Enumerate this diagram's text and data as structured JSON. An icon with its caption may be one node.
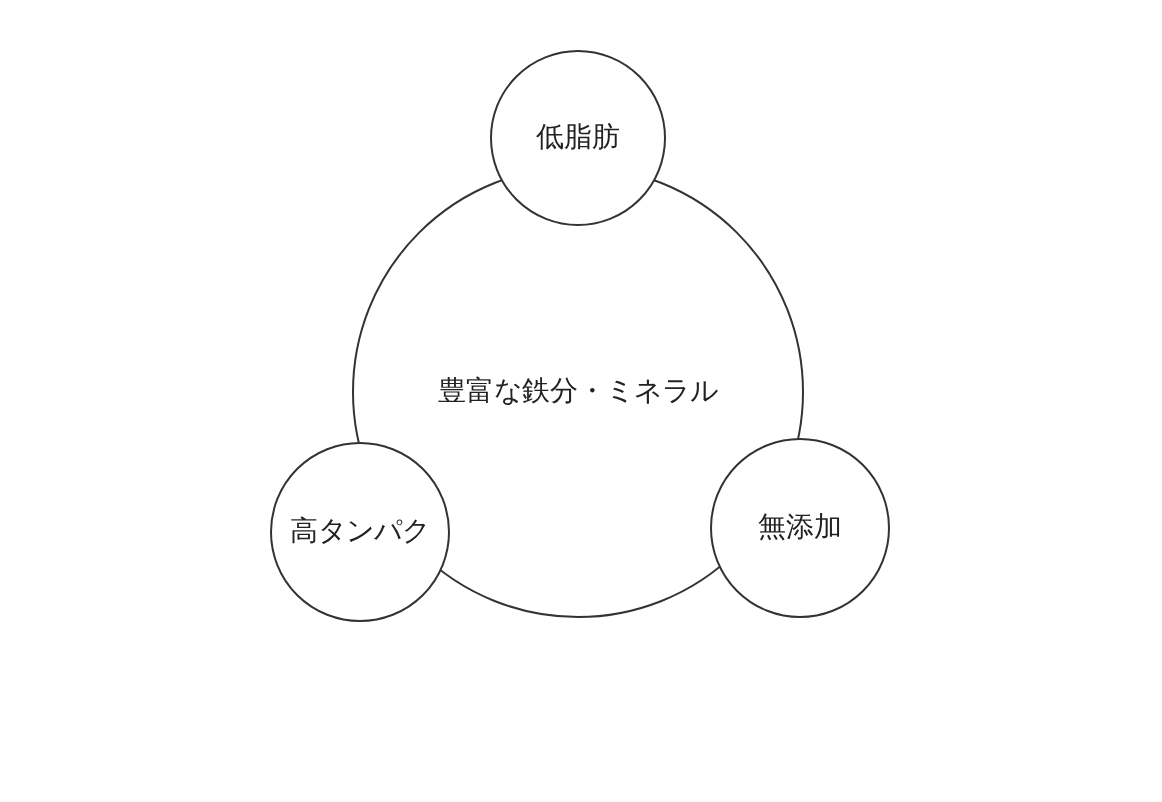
{
  "diagram": {
    "nodes": [
      {
        "text": [
          "豊富な鉄分・ミネラル"
        ]
      },
      {
        "text": [
          "低脂肪"
        ]
      },
      {
        "text": [
          "高タンパク"
        ]
      },
      {
        "text": [
          "無添加"
        ]
      }
    ]
  }
}
